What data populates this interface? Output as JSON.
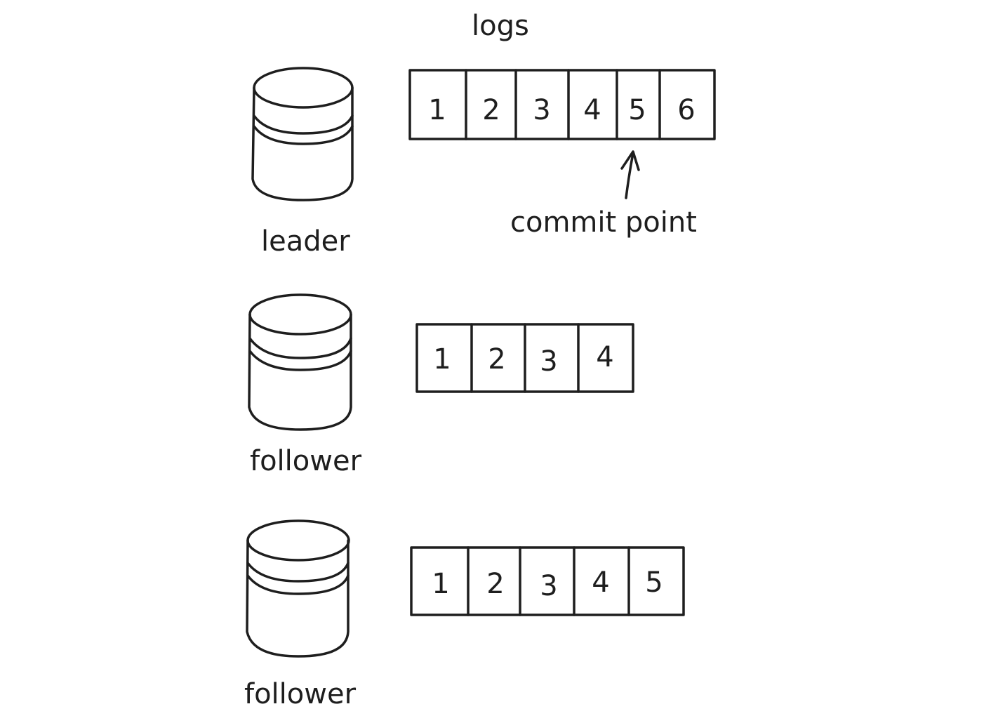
{
  "title": "logs",
  "nodes": [
    {
      "role": "leader",
      "log": [
        "1",
        "2",
        "3",
        "4",
        "5",
        "6"
      ],
      "annotation": {
        "text": "commit point",
        "points_to_entry": "5"
      }
    },
    {
      "role": "follower",
      "log": [
        "1",
        "2",
        "3",
        "4"
      ]
    },
    {
      "role": "follower",
      "log": [
        "1",
        "2",
        "3",
        "4",
        "5"
      ]
    }
  ],
  "colors": {
    "ink": "#1e1e1e",
    "background": "#ffffff"
  },
  "icons": {
    "node": "database-cylinder-icon",
    "pointer": "arrow-up-icon"
  }
}
